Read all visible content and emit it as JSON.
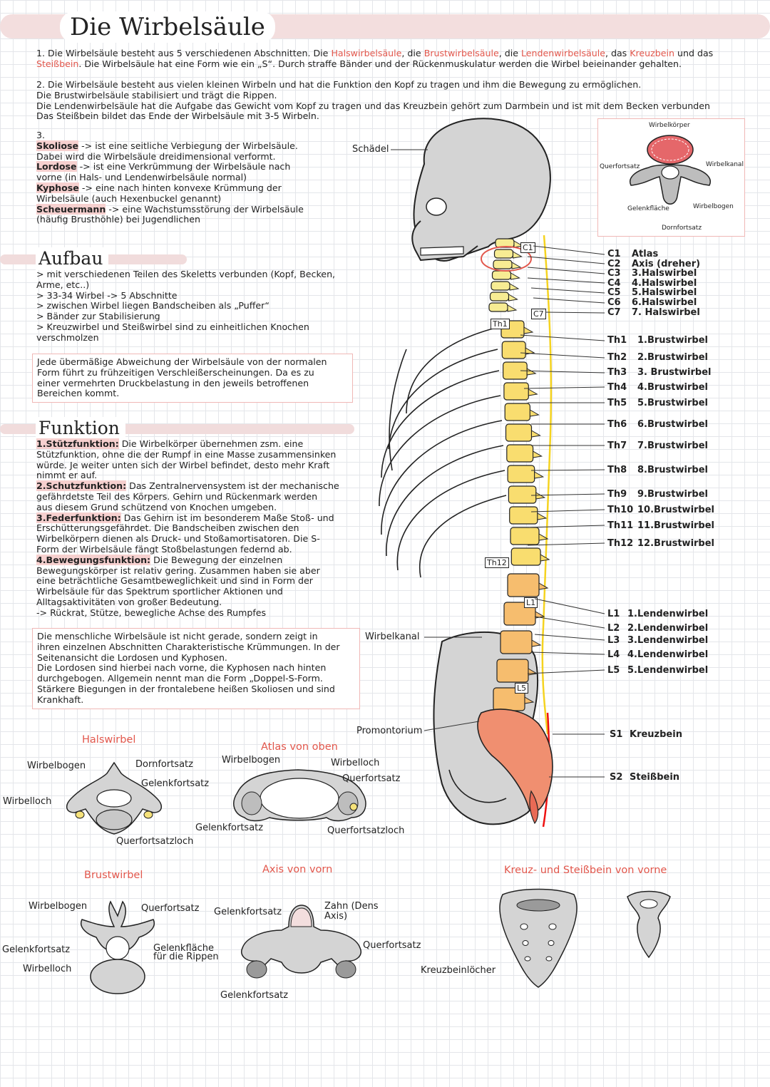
{
  "title": "Die Wirbelsäule",
  "intro": {
    "p1_prefix": "1. Die Wirbelsäule besteht aus 5 verschiedenen Abschnitten. Die ",
    "p1_hals": "Halswirbelsäule",
    "p1_sep1": ", die ",
    "p1_brust": "Brustwirbelsäule",
    "p1_sep2": ", die ",
    "p1_lenden": "Lendenwirbelsäule",
    "p1_sep3": ", das ",
    "p1_kreuz": "Kreuzbein",
    "p1_sep4": " und das ",
    "p1_steiss": "Steißbein",
    "p1_rest": ". Die Wirbelsäule hat eine Form wie ein „S“. Durch straffe Bänder und der Rückenmuskulatur werden die Wirbel beieinander gehalten.",
    "p2": "2. Die Wirbelsäule besteht aus vielen kleinen Wirbeln und hat die Funktion den Kopf zu tragen und ihm die Bewegung zu ermöglichen.\nDie Brustwirbelsäule stabilisiert und trägt die Rippen.\nDie Lendenwirbelsäule hat die Aufgabe das Gewicht vom Kopf zu tragen und das Kreuzbein gehört zum Darmbein und ist mit dem Becken verbunden\nDas Steißbein bildet das Ende der Wirbelsäule mit 3-5 Wirbeln."
  },
  "section3": {
    "num": "3.",
    "skoliose_term": "Skoliose",
    "skoliose_text": " -> ist eine seitliche Verbiegung der Wirbelsäule.\nDabei wird die Wirbelsäule dreidimensional verformt.",
    "lordose_term": "Lordose",
    "lordose_text": " -> ist eine Verkrümmung der Wirbelsäule nach\nvorne (in Hals- und Lendenwirbelsäule normal)",
    "kyphose_term": "Kyphose",
    "kyphose_text": " -> eine nach hinten konvexe Krümmung der\nWirbelsäule (auch Hexenbuckel genannt)",
    "scheuermann_term": "Scheuermann",
    "scheuermann_text": " -> eine Wachstumsstörung der Wirbelsäule\n(häufig Brusthöhle) bei Jugendlichen"
  },
  "aufbau": {
    "heading": "Aufbau",
    "list": "> mit verschiedenen Teilen des Skeletts verbunden (Kopf, Becken,\nArme, etc..)\n> 33-34 Wirbel -> 5 Abschnitte\n> zwischen Wirbel liegen Bandscheiben als „Puffer“\n> Bänder zur Stabilisierung\n> Kreuzwirbel und Steißwirbel sind zu einheitlichen Knochen\nverschmolzen",
    "box": "Jede übermäßige Abweichung der Wirbelsäule von der normalen\nForm führt zu frühzeitigen Verschleißerscheinungen. Da es zu\neiner vermehrten Druckbelastung in den jeweils betroffenen\nBereichen kommt."
  },
  "funktion": {
    "heading": "Funktion",
    "f1_term": "1.Stützfunktion:",
    "f1_text": " Die Wirbelkörper übernehmen zsm. eine\nStützfunktion, ohne die der Rumpf in eine Masse zusammensinken\nwürde. Je weiter unten sich der Wirbel befindet, desto mehr Kraft\nnimmt er auf.",
    "f2_term": "2.Schutzfunktion:",
    "f2_text": " Das Zentralnervensystem ist der mechanische\ngefährdetste Teil des Körpers. Gehirn und Rückenmark werden\naus diesem Grund schützend von Knochen umgeben.",
    "f3_term": "3.Federfunktion:",
    "f3_text": " Das Gehirn ist im besonderem Maße Stoß- und\nErschütterungsgefährdet. Die Bandscheiben zwischen den\nWirbelkörpern dienen als Druck- und Stoßamortisatoren. Die S-\nForm der Wirbelsäule fängt Stoßbelastungen federnd ab.",
    "f4_term": "4.Bewegungsfunktion:",
    "f4_text": " Die Bewegung der einzelnen\nBewegungskörper ist relativ gering. Zusammen haben sie aber\neine beträchtliche Gesamtbeweglichkeit und sind in Form der\nWirbelsäule für das Spektrum sportlicher Aktionen und\nAlltagsaktivitäten von großer Bedeutung.\n-> Rückrat, Stütze, bewegliche Achse des Rumpfes",
    "box": "Die menschliche Wirbelsäule ist nicht gerade, sondern zeigt in\nihren einzelnen Abschnitten Charakteristische Krümmungen. In der\nSeitenansicht die Lordosen und Kyphosen.\nDie Lordosen sind hierbei nach vorne, die Kyphosen nach hinten\ndurchgebogen. Allgemein nennt man die Form „Doppel-S-Form.\nStärkere Biegungen in der frontalebene heißen Skoliosen und sind\nKrankhaft."
  },
  "skeleton_labels": {
    "schaedel": "Schädel",
    "wirbelkanal": "Wirbelkanal",
    "promontorium": "Promontorium",
    "tag_c1": "C1",
    "tag_c7": "C7",
    "tag_th1": "Th1",
    "tag_th12": "Th12",
    "tag_l1": "L1",
    "tag_l5": "L5"
  },
  "inset": {
    "wirbelkoerper": "Wirbelkörper",
    "querfortsatz": "Querfortsatz",
    "wirbelkanal": "Wirbelkanal",
    "gelenkflaeche": "Gelenkfläche",
    "wirbelbogen": "Wirbelbogen",
    "dornfortsatz": "Dornfortsatz"
  },
  "cervical": [
    {
      "code": "C1",
      "name": "Atlas"
    },
    {
      "code": "C2",
      "name": "Axis (dreher)"
    },
    {
      "code": "C3",
      "name": "3.Halswirbel"
    },
    {
      "code": "C4",
      "name": "4.Halswirbel"
    },
    {
      "code": "C5",
      "name": "5.Halswirbel"
    },
    {
      "code": "C6",
      "name": "6.Halswirbel"
    },
    {
      "code": "C7",
      "name": "7. Halswirbel"
    }
  ],
  "thoracic": [
    {
      "code": "Th1",
      "name": "1.Brustwirbel"
    },
    {
      "code": "Th2",
      "name": "2.Brustwirbel"
    },
    {
      "code": "Th3",
      "name": "3. Brustwirbel"
    },
    {
      "code": "Th4",
      "name": "4.Brustwirbel"
    },
    {
      "code": "Th5",
      "name": "5.Brustwirbel"
    },
    {
      "code": "Th6",
      "name": "6.Brustwirbel"
    },
    {
      "code": "Th7",
      "name": "7.Brustwirbel"
    },
    {
      "code": "Th8",
      "name": "8.Brustwirbel"
    },
    {
      "code": "Th9",
      "name": "9.Brustwirbel"
    },
    {
      "code": "Th10",
      "name": "10.Brustwirbel"
    },
    {
      "code": "Th11",
      "name": "11.Brustwirbel"
    },
    {
      "code": "Th12",
      "name": "12.Brustwirbel"
    }
  ],
  "lumbar": [
    {
      "code": "L1",
      "name": "1.Lendenwirbel"
    },
    {
      "code": "L2",
      "name": "2.Lendenwirbel"
    },
    {
      "code": "L3",
      "name": "3.Lendenwirbel"
    },
    {
      "code": "L4",
      "name": "4.Lendenwirbel"
    },
    {
      "code": "L5",
      "name": "5.Lendenwirbel"
    }
  ],
  "sacral": [
    {
      "code": "S1",
      "name": "Kreuzbein"
    },
    {
      "code": "S2",
      "name": "Steißbein"
    }
  ],
  "halswirbel": {
    "heading": "Halswirbel",
    "wirbelbogen": "Wirbelbogen",
    "dornfortsatz": "Dornfortsatz",
    "gelenkfortsatz": "Gelenkfortsatz",
    "wirbelloch": "Wirbelloch",
    "querfortsatzloch": "Querfortsatzloch"
  },
  "atlas": {
    "heading": "Atlas von oben",
    "wirbelbogen": "Wirbelbogen",
    "wirbelloch": "Wirbelloch",
    "querfortsatz": "Querfortsatz",
    "gelenkfortsatz": "Gelenkfortsatz",
    "querfortsatzloch": "Querfortsatzloch"
  },
  "brustwirbel": {
    "heading": "Brustwirbel",
    "wirbelbogen": "Wirbelbogen",
    "querfortsatz": "Querfortsatz",
    "gelenkfortsatz": "Gelenkfortsatz",
    "gelenkflaeche": "Gelenkfläche\nfür die Rippen",
    "wirbelloch": "Wirbelloch"
  },
  "axis": {
    "heading": "Axis von vorn",
    "gelenkfortsatz_top": "Gelenkfortsatz",
    "zahn": "Zahn (Dens\nAxis)",
    "querfortsatz": "Querfortsatz",
    "gelenkfortsatz_bottom": "Gelenkfortsatz"
  },
  "kreuz": {
    "heading": "Kreuz- und Steißbein von vorne",
    "kreuzbeinloecher": "Kreuzbeinlöcher"
  },
  "colors": {
    "accent_red": "#e2574c",
    "highlight": "#f6d0cf",
    "cervical": "#f7ec93",
    "thoracic": "#f9dd6f",
    "lumbar": "#f6bd6e",
    "sacrum": "#f08f70",
    "bone": "#d4d4d4"
  }
}
